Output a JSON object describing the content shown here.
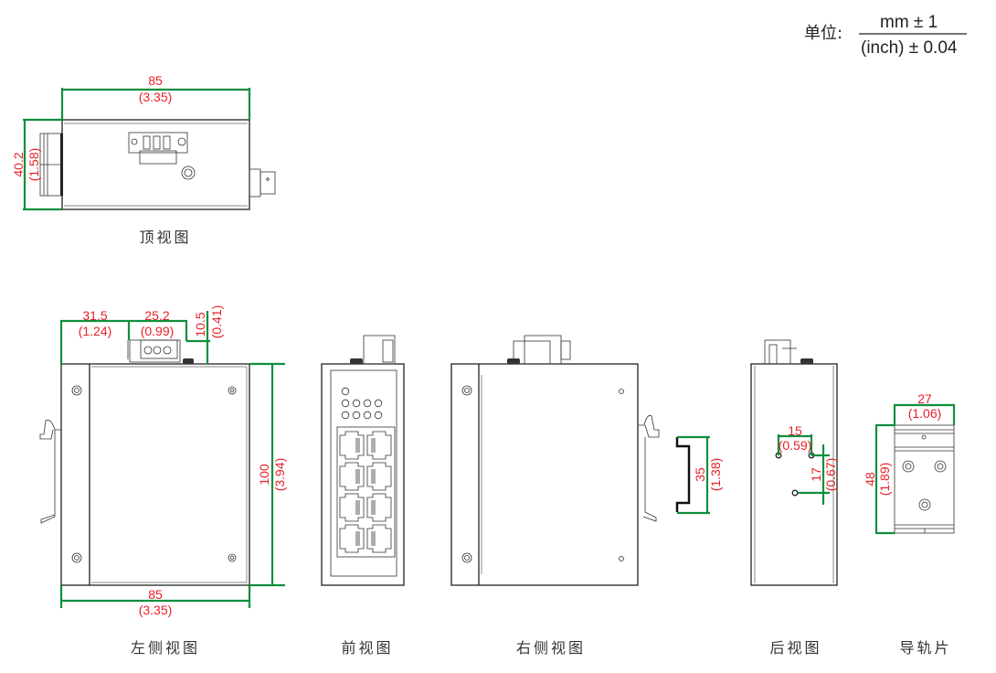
{
  "unit_legend": {
    "label": "单位:",
    "numerator": "mm ± 1",
    "denominator": "(inch) ± 0.04"
  },
  "views": {
    "top": {
      "caption": "顶视图",
      "width_mm": "85",
      "width_in": "(3.35)",
      "depth_mm": "40.2",
      "depth_in": "(1.58)"
    },
    "left": {
      "caption": "左侧视图",
      "offset_mm": "31.5",
      "offset_in": "(1.24)",
      "connector_mm": "25.2",
      "connector_in": "(0.99)",
      "protrusion_mm": "10.5",
      "protrusion_in": "(0.41)",
      "height_mm": "100",
      "height_in": "(3.94)",
      "width_mm": "85",
      "width_in": "(3.35)"
    },
    "front": {
      "caption": "前视图",
      "led_count": 9,
      "rj45_port_count": 8
    },
    "right": {
      "caption": "右侧视图",
      "rail_mm": "35",
      "rail_in": "(1.38)"
    },
    "rear": {
      "caption": "后视图",
      "hole_spacing_h_mm": "15",
      "hole_spacing_h_in": "(0.59)",
      "hole_spacing_v_mm": "17",
      "hole_spacing_v_in": "(0.67)"
    },
    "din_clip": {
      "caption": "导轨片",
      "width_mm": "27",
      "width_in": "(1.06)",
      "height_mm": "48",
      "height_in": "(1.89)"
    }
  },
  "colors": {
    "dimension_line": "#0f8f3c",
    "dimension_text": "#e8202a",
    "outline": "#222222"
  }
}
